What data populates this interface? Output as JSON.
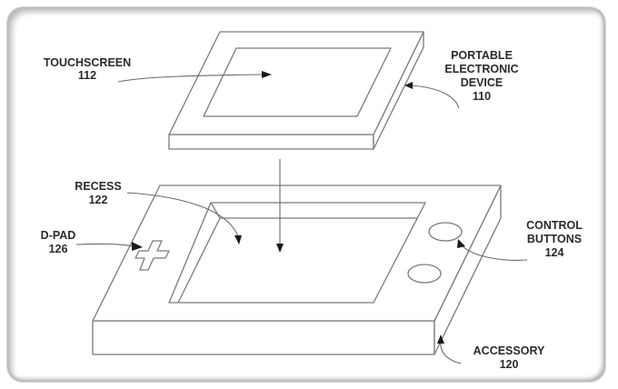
{
  "figure": {
    "labels": {
      "touchscreen": {
        "name": "TOUCHSCREEN",
        "ref": "112"
      },
      "portable_device": {
        "line1": "PORTABLE",
        "line2": "ELECTRONIC",
        "line3": "DEVICE",
        "ref": "110"
      },
      "recess": {
        "name": "RECESS",
        "ref": "122"
      },
      "dpad": {
        "name": "D-PAD",
        "ref": "126"
      },
      "control_buttons": {
        "line1": "CONTROL",
        "line2": "BUTTONS",
        "ref": "124"
      },
      "accessory": {
        "name": "ACCESSORY",
        "ref": "120"
      }
    },
    "colors": {
      "line": "#7a7a7a",
      "text": "#2a2a2a",
      "arrow": "#1a1a1a"
    }
  }
}
